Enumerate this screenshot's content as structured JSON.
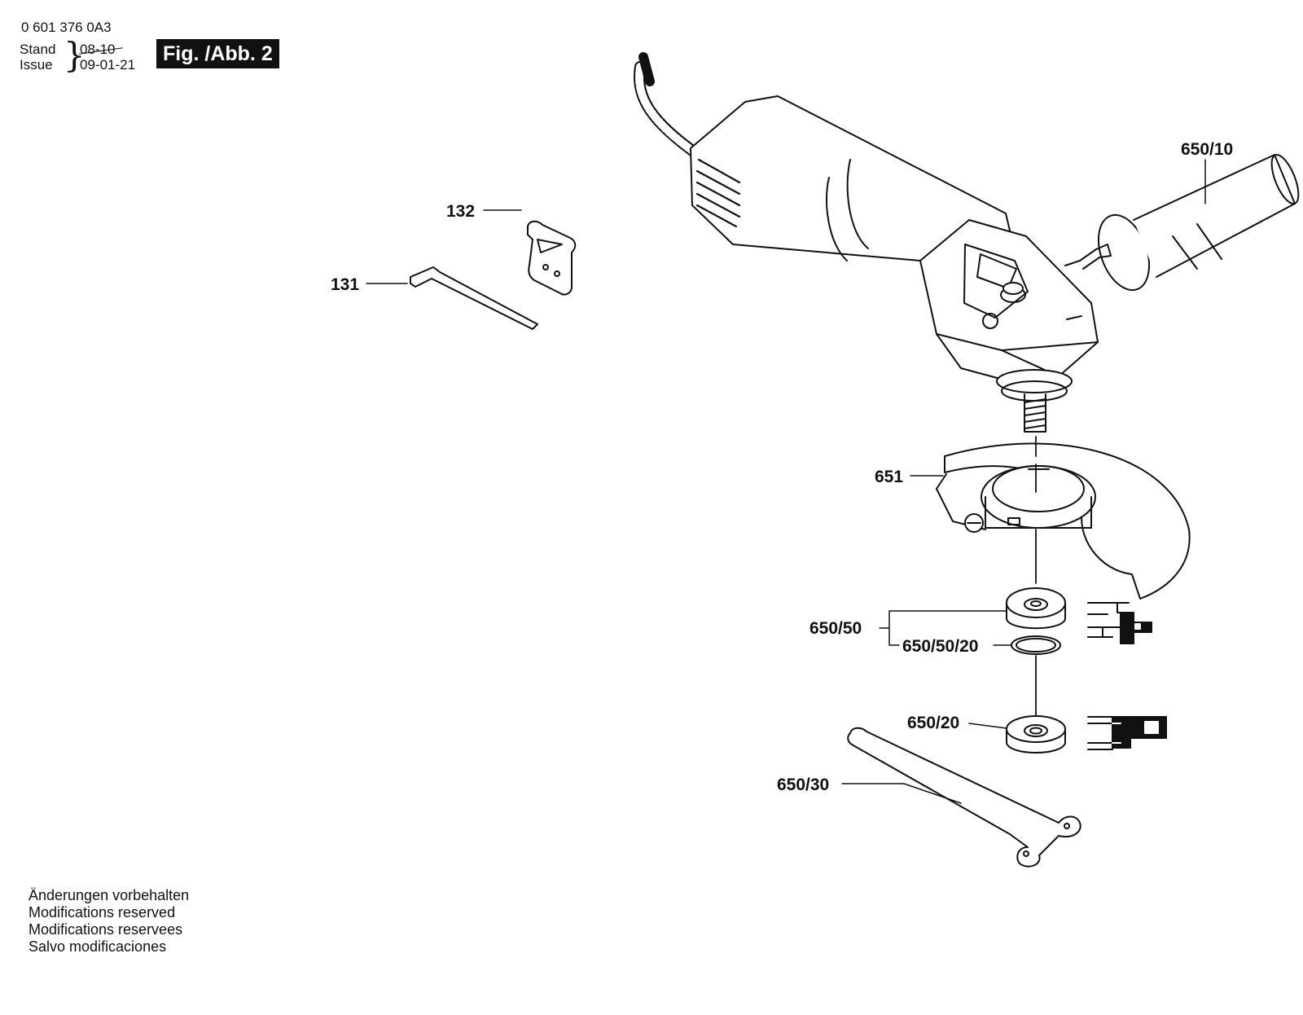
{
  "header": {
    "doc_number": "0 601 376 0A3",
    "stand_label": "Stand",
    "issue_label": "Issue",
    "stand_date": "08-10",
    "issue_date": "09-01-21",
    "fig_tag": "Fig. /Abb. 2"
  },
  "callouts": {
    "c132": "132",
    "c131": "131",
    "c650_10": "650/10",
    "c651": "651",
    "c650_50": "650/50",
    "c650_50_20": "650/50/20",
    "c650_20": "650/20",
    "c650_30": "650/30"
  },
  "footer": {
    "line1": "Änderungen vorbehalten",
    "line2": "Modifications reserved",
    "line3": "Modifications reservees",
    "line4": "Salvo modificaciones"
  }
}
